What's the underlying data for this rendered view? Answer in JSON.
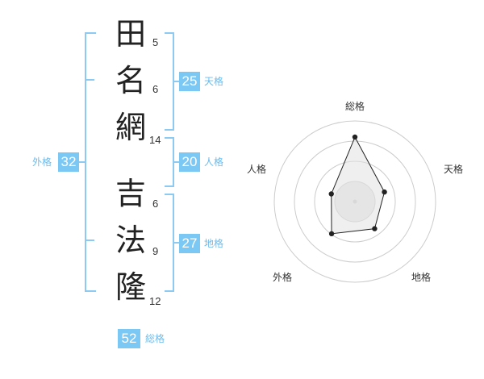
{
  "name": {
    "chars": [
      {
        "char": "田",
        "strokes": "5"
      },
      {
        "char": "名",
        "strokes": "6"
      },
      {
        "char": "網",
        "strokes": "14"
      },
      {
        "char": "吉",
        "strokes": "6"
      },
      {
        "char": "法",
        "strokes": "9"
      },
      {
        "char": "隆",
        "strokes": "12"
      }
    ]
  },
  "scores": {
    "tenkaku": {
      "value": "25",
      "label": "天格"
    },
    "jinkaku": {
      "value": "20",
      "label": "人格"
    },
    "chikaku": {
      "value": "27",
      "label": "地格"
    },
    "gaikaku": {
      "value": "32",
      "label": "外格"
    },
    "soukaku": {
      "value": "52",
      "label": "総格"
    }
  },
  "radar": {
    "axes": [
      "総格",
      "天格",
      "地格",
      "外格",
      "人格"
    ],
    "values": [
      52,
      25,
      27,
      32,
      20
    ],
    "colors": {
      "line": "#222222",
      "fill": "#eeeeee",
      "grid": "#cccccc"
    }
  }
}
